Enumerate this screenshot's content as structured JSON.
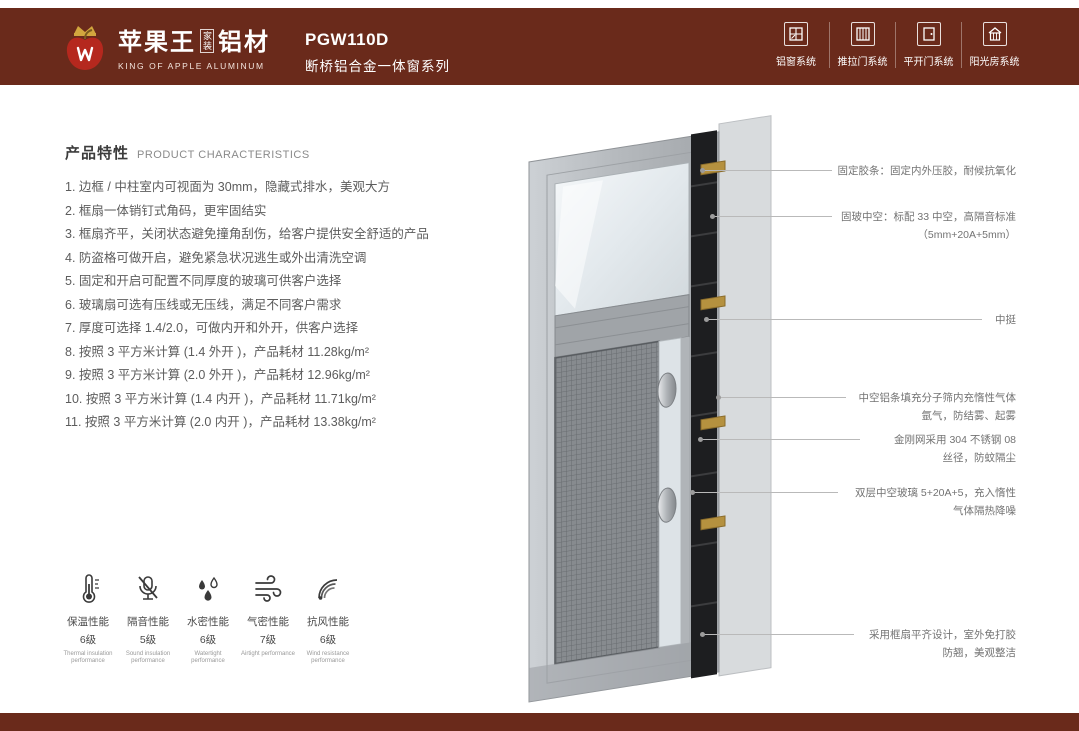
{
  "colors": {
    "header_bg": "#6a2a1b",
    "apple_red": "#b5281e",
    "crown_gold": "#d2a63e",
    "frame_gray": "#b7bbbf"
  },
  "header": {
    "logo": {
      "brand": "苹果王",
      "tag": "家装",
      "suffix": "铝材",
      "brand_en": "KING OF APPLE ALUMINUM"
    },
    "model": "PGW110D",
    "series": "断桥铝合金一体窗系列",
    "nav": [
      {
        "label": "铝窗系统",
        "icon": "window-system-icon"
      },
      {
        "label": "推拉门系统",
        "icon": "sliding-door-system-icon"
      },
      {
        "label": "平开门系统",
        "icon": "casement-door-system-icon"
      },
      {
        "label": "阳光房系统",
        "icon": "sunroom-system-icon"
      }
    ]
  },
  "section": {
    "title_cn": "产品特性",
    "title_en": "PRODUCT CHARACTERISTICS"
  },
  "features": [
    "1. 边框 / 中柱室内可视面为 30mm，隐藏式排水，美观大方",
    "2. 框扇一体销钉式角码，更牢固结实",
    "3. 框扇齐平，关闭状态避免撞角刮伤，给客户提供安全舒适的产品",
    "4. 防盗格可做开启，避免紧急状况逃生或外出清洗空调",
    "5. 固定和开启可配置不同厚度的玻璃可供客户选择",
    "6. 玻璃扇可选有压线或无压线，满足不同客户需求",
    "7. 厚度可选择 1.4/2.0，可做内开和外开，供客户选择",
    "8. 按照 3 平方米计算 (1.4 外开 )，产品耗材 11.28kg/m²",
    "9. 按照 3 平方米计算 (2.0 外开 )，产品耗材 12.96kg/m²",
    "10. 按照 3 平方米计算 (1.4 内开 )，产品耗材 11.71kg/m²",
    "11. 按照 3 平方米计算 (2.0 内开 )，产品耗材 13.38kg/m²"
  ],
  "performance": [
    {
      "name": "保温性能",
      "grade": "6级",
      "en": "Thermal insulation performance",
      "icon": "thermometer-icon"
    },
    {
      "name": "隔音性能",
      "grade": "5级",
      "en": "Sound insulation performance",
      "icon": "muted-microphone-icon"
    },
    {
      "name": "水密性能",
      "grade": "6级",
      "en": "Watertight performance",
      "icon": "water-drops-icon"
    },
    {
      "name": "气密性能",
      "grade": "7级",
      "en": "Airtight performance",
      "icon": "air-flow-icon"
    },
    {
      "name": "抗风性能",
      "grade": "6级",
      "en": "Wind resistance performance",
      "icon": "wind-resistance-icon"
    }
  ],
  "annotations": [
    {
      "lines": [
        "固定胶条：固定内外压胶，耐候抗氧化"
      ]
    },
    {
      "lines": [
        "固玻中空：标配 33 中空，高隔音标准",
        "（5mm+20A+5mm）"
      ]
    },
    {
      "lines": [
        "中挺"
      ]
    },
    {
      "lines": [
        "中空铝条填充分子筛内充惰性气体",
        "氩气，防结雾、起雾"
      ]
    },
    {
      "lines": [
        "金刚网采用 304 不锈钢 08",
        "丝径，防蚊隔尘"
      ]
    },
    {
      "lines": [
        "双层中空玻璃 5+20A+5，充入惰性",
        "气体隔热降噪"
      ]
    },
    {
      "lines": [
        "采用框扇平齐设计，室外免打胶",
        "防翘，美观整洁"
      ]
    }
  ]
}
